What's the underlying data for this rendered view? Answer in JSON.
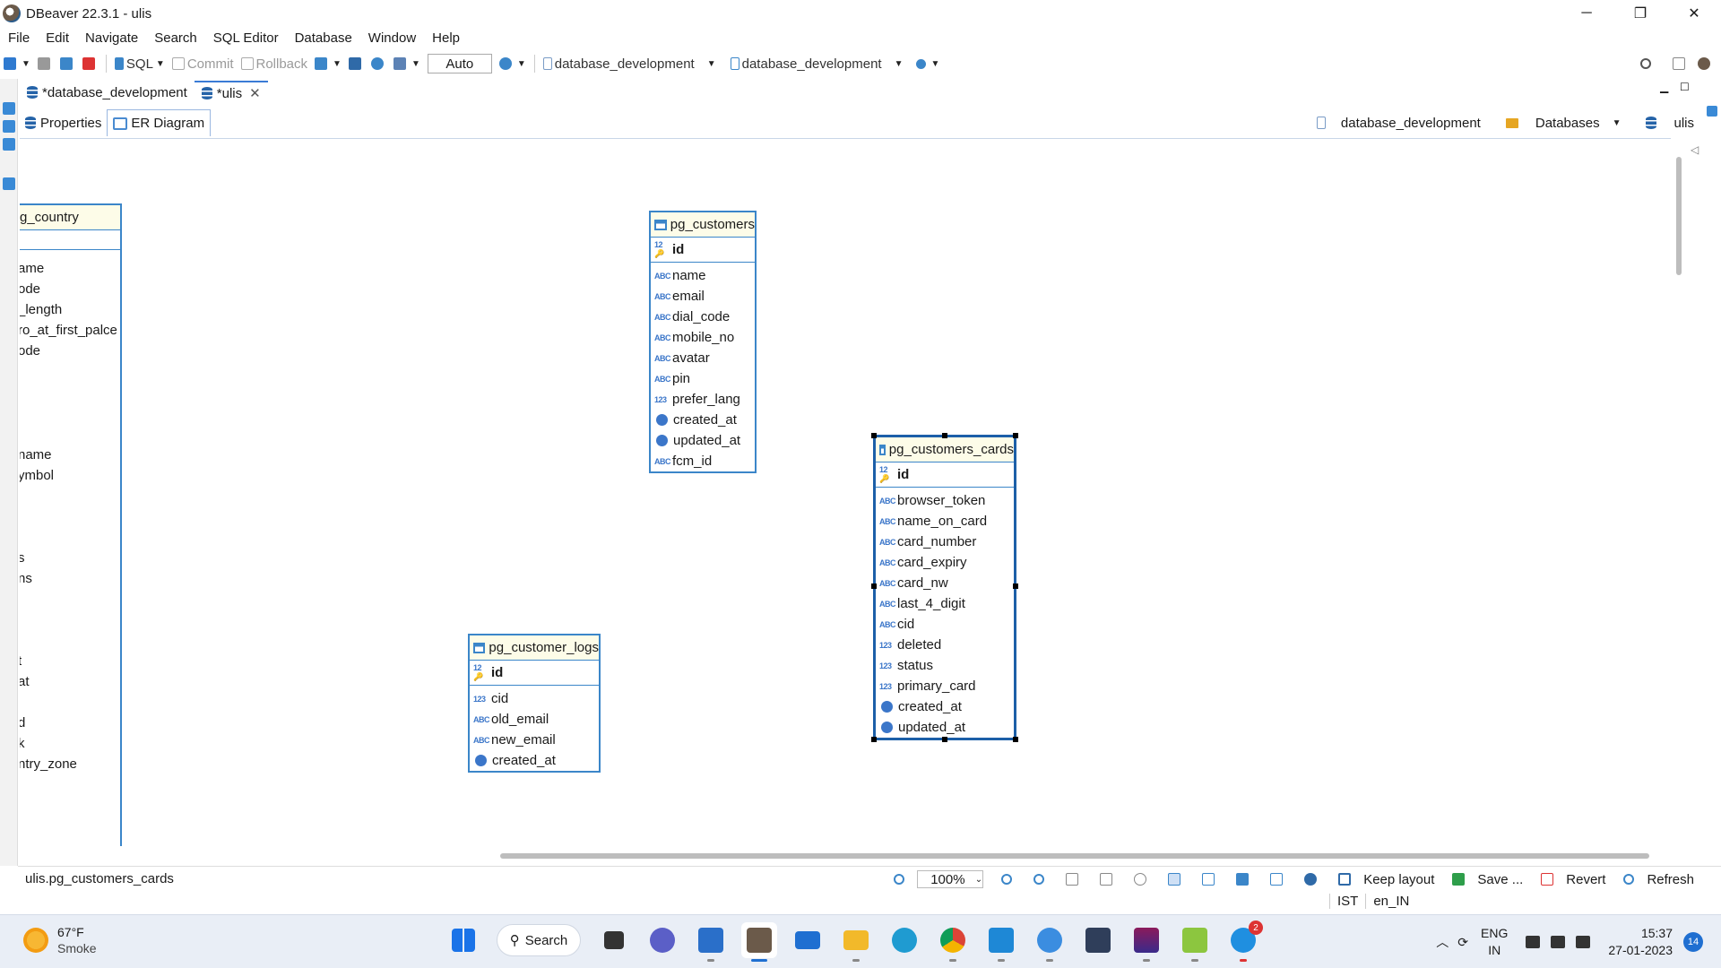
{
  "window": {
    "title": "DBeaver 22.3.1 - ulis"
  },
  "menu": [
    "File",
    "Edit",
    "Navigate",
    "Search",
    "SQL Editor",
    "Database",
    "Window",
    "Help"
  ],
  "toolbar": {
    "sql_label": "SQL",
    "commit_label": "Commit",
    "rollback_label": "Rollback",
    "transaction_mode": "Auto",
    "datasource": "database_development",
    "schema": "database_development"
  },
  "editor_tabs": [
    {
      "label": "*database_development"
    },
    {
      "label": "*ulis"
    }
  ],
  "sub_tabs": [
    {
      "label": "Properties"
    },
    {
      "label": "ER Diagram"
    }
  ],
  "breadcrumb": {
    "datasource": "database_development",
    "databases": "Databases",
    "schema": "ulis"
  },
  "entities": {
    "country": {
      "name": "g_country",
      "columns": [
        "ame",
        "ode",
        "_length",
        "ro_at_first_palce",
        "ode",
        "name",
        "ymbol",
        "",
        "s",
        "ns",
        "t",
        "at",
        "d",
        "k",
        "ntry_zone"
      ]
    },
    "customers": {
      "name": "pg_customers",
      "pk": "id",
      "columns": [
        {
          "type": "ABC",
          "name": "name"
        },
        {
          "type": "ABC",
          "name": "email"
        },
        {
          "type": "ABC",
          "name": "dial_code"
        },
        {
          "type": "ABC",
          "name": "mobile_no"
        },
        {
          "type": "ABC",
          "name": "avatar"
        },
        {
          "type": "ABC",
          "name": "pin"
        },
        {
          "type": "123",
          "name": "prefer_lang"
        },
        {
          "type": "time",
          "name": "created_at"
        },
        {
          "type": "time",
          "name": "updated_at"
        },
        {
          "type": "ABC",
          "name": "fcm_id"
        }
      ]
    },
    "cards": {
      "name": "pg_customers_cards",
      "pk": "id",
      "columns": [
        {
          "type": "ABC",
          "name": "browser_token"
        },
        {
          "type": "ABC",
          "name": "name_on_card"
        },
        {
          "type": "ABC",
          "name": "card_number"
        },
        {
          "type": "ABC",
          "name": "card_expiry"
        },
        {
          "type": "ABC",
          "name": "card_nw"
        },
        {
          "type": "ABC",
          "name": "last_4_digit"
        },
        {
          "type": "ABC",
          "name": "cid"
        },
        {
          "type": "123",
          "name": "deleted"
        },
        {
          "type": "123",
          "name": "status"
        },
        {
          "type": "123",
          "name": "primary_card"
        },
        {
          "type": "time",
          "name": "created_at"
        },
        {
          "type": "time",
          "name": "updated_at"
        }
      ]
    },
    "logs": {
      "name": "pg_customer_logs",
      "pk": "id",
      "columns": [
        {
          "type": "123",
          "name": "cid"
        },
        {
          "type": "ABC",
          "name": "old_email"
        },
        {
          "type": "ABC",
          "name": "new_email"
        },
        {
          "type": "time",
          "name": "created_at"
        }
      ]
    }
  },
  "status": {
    "selected_path": "ulis.pg_customers_cards",
    "zoom": "100%",
    "keep_layout": "Keep layout",
    "save": "Save ...",
    "revert": "Revert",
    "refresh": "Refresh",
    "timezone": "IST",
    "locale": "en_IN"
  },
  "taskbar": {
    "weather_temp": "67°F",
    "weather_desc": "Smoke",
    "search_label": "Search",
    "lang_line1": "ENG",
    "lang_line2": "IN",
    "time": "15:37",
    "date": "27-01-2023",
    "notifications": "14",
    "skype_badge": "2"
  },
  "colors": {
    "entity_border": "#3b86c9",
    "entity_header": "#fdfce8",
    "accent": "#1f6fd1"
  }
}
